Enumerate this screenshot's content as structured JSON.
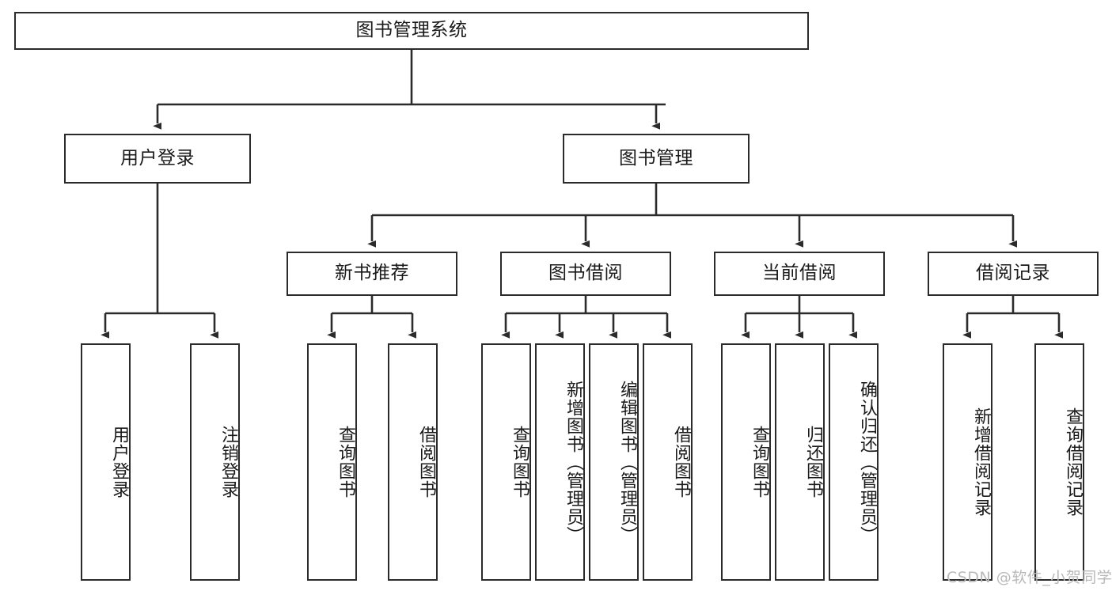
{
  "diagram": {
    "title": "图书管理系统",
    "type": "tree-hierarchy",
    "root": {
      "label": "图书管理系统"
    },
    "level2": [
      {
        "label": "用户登录"
      },
      {
        "label": "图书管理"
      }
    ],
    "level3": [
      {
        "label": "新书推荐"
      },
      {
        "label": "图书借阅"
      },
      {
        "label": "当前借阅"
      },
      {
        "label": "借阅记录"
      }
    ],
    "leaves": {
      "user_login": [
        {
          "label": "用户登录"
        },
        {
          "label": "注销登录"
        }
      ],
      "new_book": [
        {
          "label": "查询图书"
        },
        {
          "label": "借阅图书"
        }
      ],
      "book_borrow": [
        {
          "label": "查询图书"
        },
        {
          "label": "新增图书（管理员）"
        },
        {
          "label": "编辑图书（管理员）"
        },
        {
          "label": "借阅图书"
        }
      ],
      "current_borrow": [
        {
          "label": "查询图书"
        },
        {
          "label": "归还图书"
        },
        {
          "label": "确认归还（管理员）"
        }
      ],
      "borrow_record": [
        {
          "label": "新增借阅记录"
        },
        {
          "label": "查询借阅记录"
        }
      ]
    }
  },
  "watermark": {
    "text": "CSDN @软件_小贺同学"
  },
  "colors": {
    "stroke": "#2b2b2b",
    "fill": "#ffffff",
    "text": "#1a1a1a",
    "watermark": "#b9b9b9"
  }
}
